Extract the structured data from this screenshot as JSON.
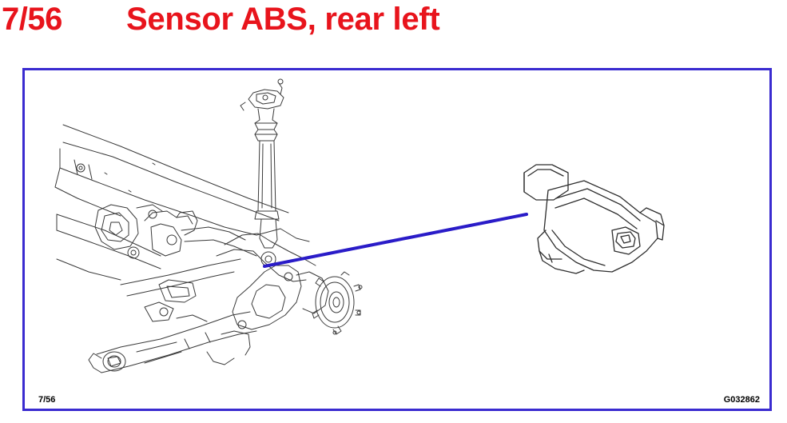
{
  "header": {
    "page_number": "7/56",
    "title": "Sensor ABS, rear left"
  },
  "figure": {
    "footer_page": "7/56",
    "figure_code": "G032862"
  },
  "colors": {
    "title_red": "#e8141c",
    "frame_blue": "#3a2bd0",
    "leader_blue": "#2a1cc8",
    "line_art": "#3a3a3a"
  }
}
